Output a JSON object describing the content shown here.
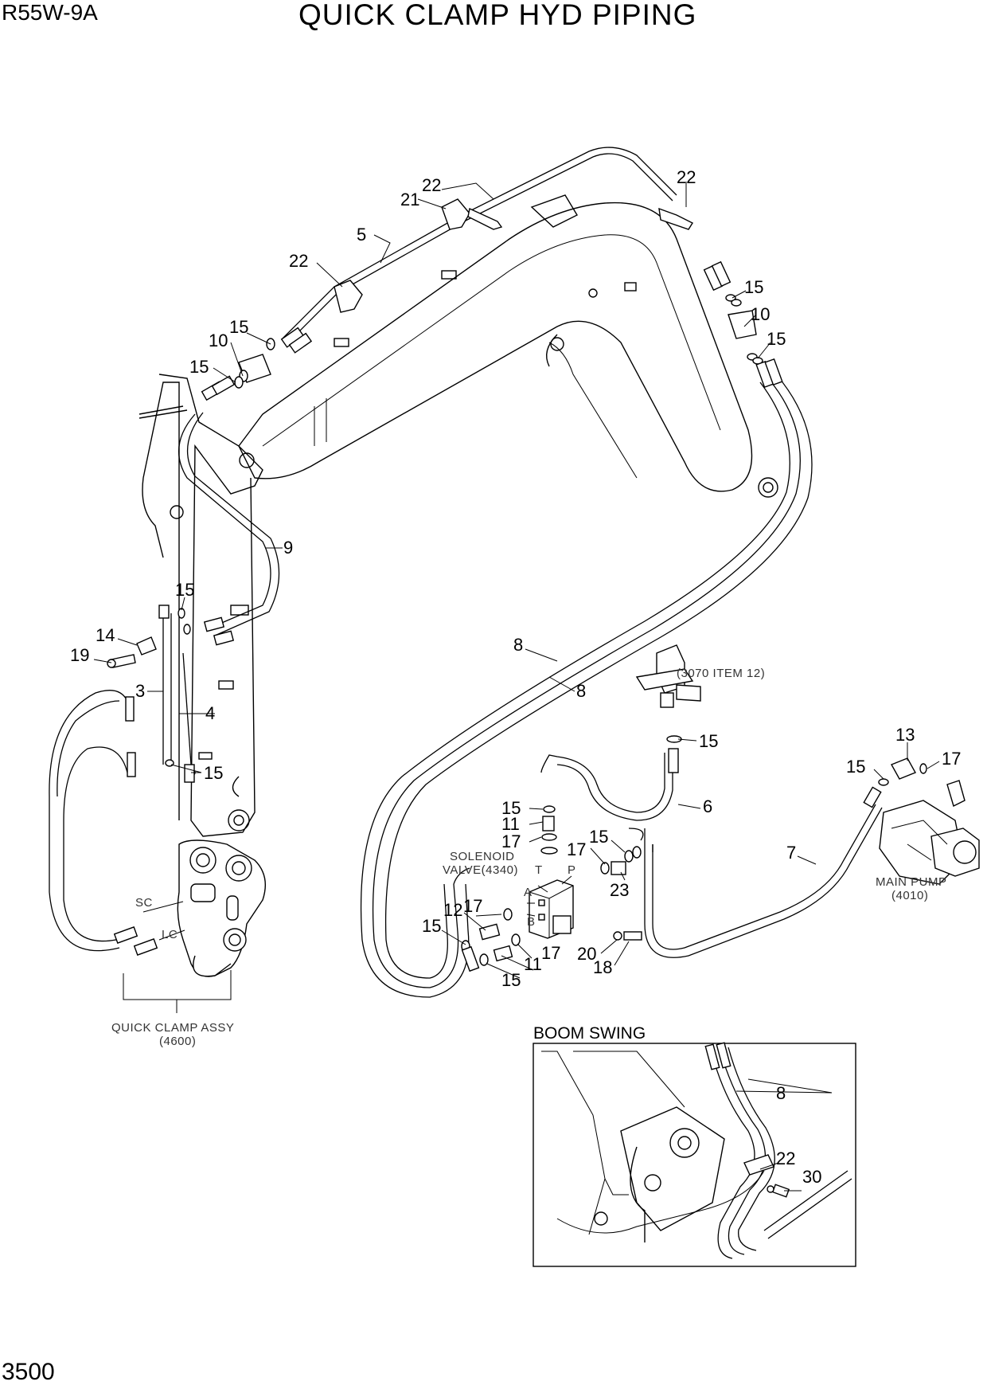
{
  "header": {
    "model": "R55W-9A",
    "title": "QUICK CLAMP HYD PIPING"
  },
  "footer": {
    "page_number": "3500"
  },
  "notes": {
    "item_3070": "(3070 ITEM 12)",
    "solenoid_line1": "SOLENOID",
    "solenoid_line2": "VALVE(4340)",
    "main_pump_line1": "MAIN PUMP",
    "main_pump_line2": "(4010)",
    "quick_clamp_line1": "QUICK CLAMP ASSY",
    "quick_clamp_line2": "(4600)",
    "port_sc": "SC",
    "port_lc": "LC",
    "port_t": "T",
    "port_p": "P",
    "port_a": "A",
    "port_b": "B"
  },
  "inset": {
    "title": "BOOM SWING"
  },
  "callouts": {
    "c22a": "22",
    "c21": "21",
    "c22b": "22",
    "c5": "5",
    "c22c": "22",
    "c15a": "15",
    "c10a": "10",
    "c15b": "15",
    "c15c": "15",
    "c10b": "10",
    "c15d": "15",
    "c9": "9",
    "c15e": "15",
    "c14": "14",
    "c19": "19",
    "c3": "3",
    "c4": "4",
    "c15f": "15",
    "c8a": "8",
    "c8b": "8",
    "c15g": "15",
    "c6": "6",
    "c13": "13",
    "c15h": "15",
    "c17a": "17",
    "c7": "7",
    "c15i": "15",
    "c11a": "11",
    "c17b": "17",
    "c17c": "17",
    "c15j": "15",
    "c23": "23",
    "c17d": "17",
    "c12": "12",
    "c15k": "15",
    "c11b": "11",
    "c17e": "17",
    "c15l": "15",
    "c20": "20",
    "c18": "18",
    "c8c": "8",
    "c22d": "22",
    "c30": "30"
  }
}
